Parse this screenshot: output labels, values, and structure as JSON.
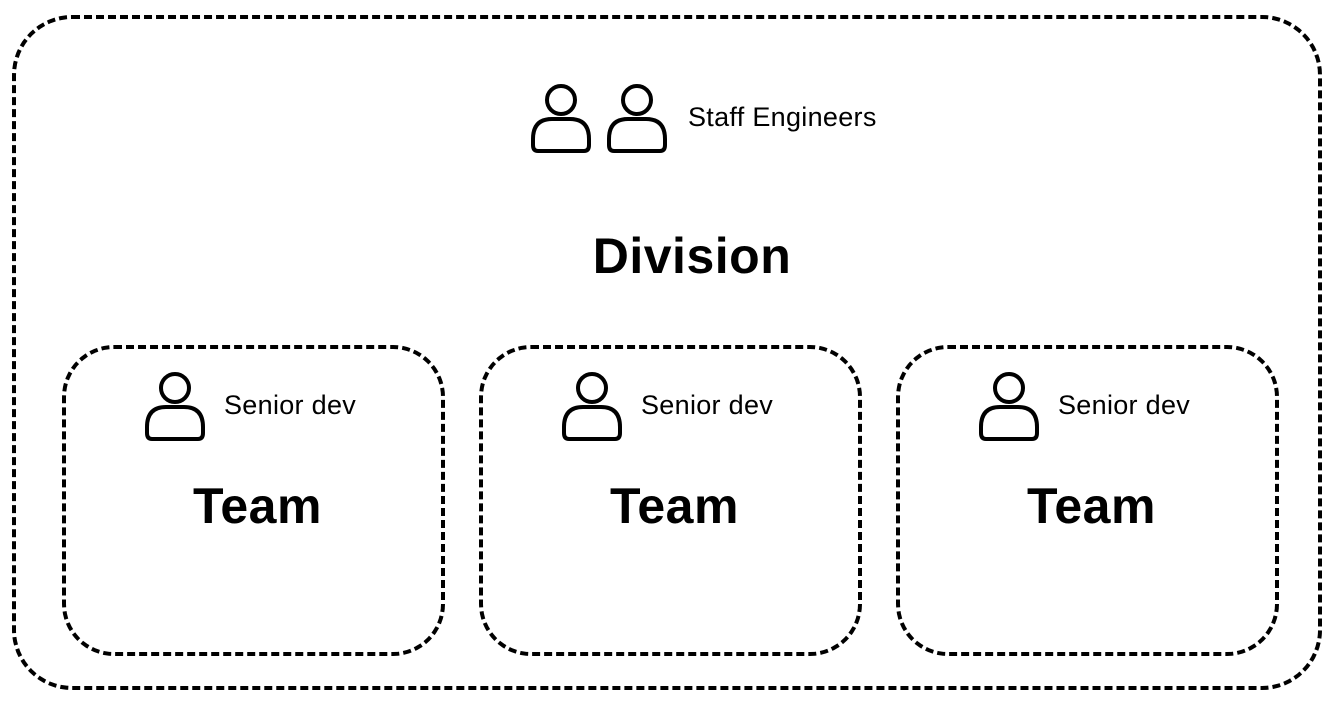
{
  "division": {
    "title": "Division",
    "staff_label": "Staff Engineers",
    "staff_icons": [
      "person-icon",
      "person-icon"
    ]
  },
  "teams": [
    {
      "title": "Team",
      "senior_label": "Senior dev",
      "icon": "person-icon"
    },
    {
      "title": "Team",
      "senior_label": "Senior dev",
      "icon": "person-icon"
    },
    {
      "title": "Team",
      "senior_label": "Senior dev",
      "icon": "person-icon"
    }
  ],
  "colors": {
    "stroke": "#000000",
    "background": "#ffffff"
  }
}
